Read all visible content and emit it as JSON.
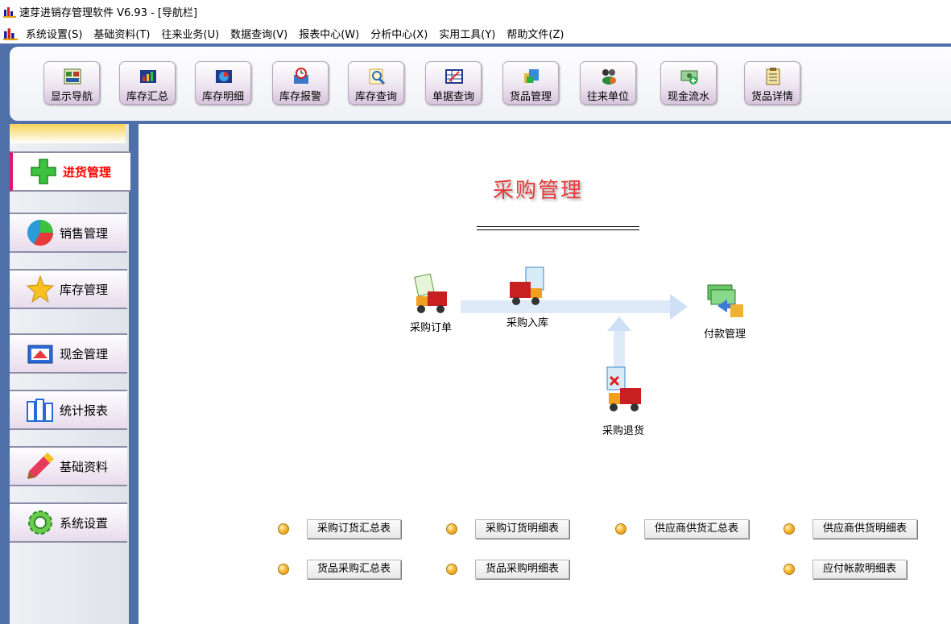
{
  "window": {
    "title": "速芽进销存管理软件 V6.93 - [导航栏]"
  },
  "menu": [
    "系统设置(S)",
    "基础资料(T)",
    "往来业务(U)",
    "数据查询(V)",
    "报表中心(W)",
    "分析中心(X)",
    "实用工具(Y)",
    "帮助文件(Z)"
  ],
  "toolbar": [
    {
      "label": "显示导航",
      "icon": "navigation-icon"
    },
    {
      "label": "库存汇总",
      "icon": "bar-chart-icon"
    },
    {
      "label": "库存明细",
      "icon": "pie-chart-icon"
    },
    {
      "label": "库存报警",
      "icon": "alarm-icon"
    },
    {
      "label": "库存查询",
      "icon": "search-icon"
    },
    {
      "label": "单据查询",
      "icon": "document-icon"
    },
    {
      "label": "货品管理",
      "icon": "goods-icon"
    },
    {
      "label": "往来单位",
      "icon": "contacts-icon"
    },
    {
      "label": "现金流水",
      "icon": "cash-icon"
    },
    {
      "label": "货品详情",
      "icon": "clipboard-icon"
    }
  ],
  "sidebar": [
    {
      "label": "进货管理",
      "icon": "plus-icon",
      "active": true
    },
    {
      "label": "销售管理",
      "icon": "pie-icon",
      "active": false
    },
    {
      "label": "库存管理",
      "icon": "star-icon",
      "active": false
    },
    {
      "label": "现金管理",
      "icon": "cash-register-icon",
      "active": false
    },
    {
      "label": "统计报表",
      "icon": "bar-stats-icon",
      "active": false
    },
    {
      "label": "基础资料",
      "icon": "pencil-icon",
      "active": false
    },
    {
      "label": "系统设置",
      "icon": "gear-icon",
      "active": false
    }
  ],
  "main": {
    "title": "采购管理",
    "flow": {
      "order": "采购订单",
      "stock_in": "采购入库",
      "payment": "付款管理",
      "return": "采购退货"
    },
    "reports": [
      "采购订货汇总表",
      "采购订货明细表",
      "供应商供货汇总表",
      "供应商供货明细表",
      "货品采购汇总表",
      "货品采购明细表",
      "应付帐款明细表"
    ]
  },
  "colors": {
    "frame": "#4f6fa8",
    "title_red": "#e83a3a",
    "active_accent": "#e0196b"
  }
}
